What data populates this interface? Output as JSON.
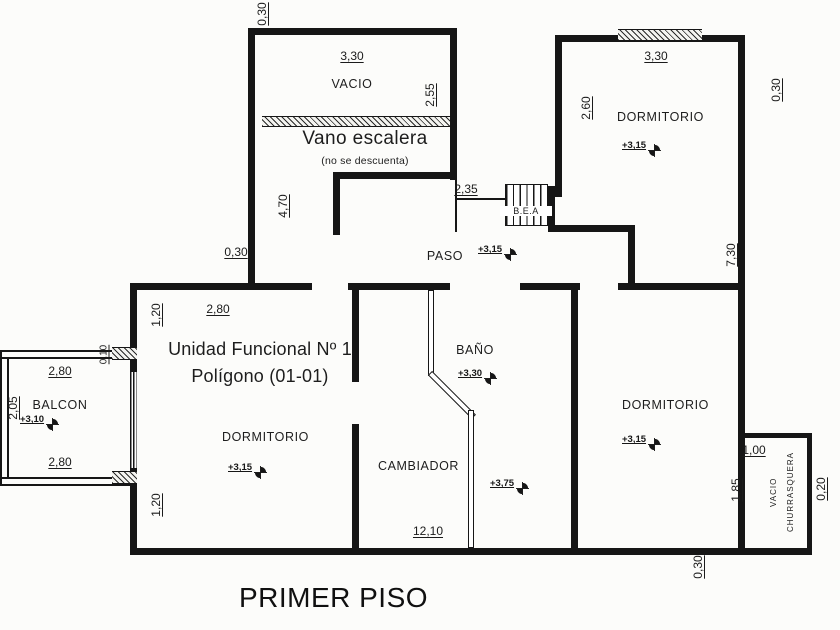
{
  "colors": {
    "ink": "#161616",
    "paper": "#fcfcfa"
  },
  "title": "PRIMER PISO",
  "unit": {
    "line1": "Unidad Funcional Nº 1",
    "line2": "Polígono (01-01)"
  },
  "rooms": {
    "vacio": "VACIO",
    "vano_escalera": "Vano escalera",
    "vano_note": "(no se descuenta)",
    "dormitorio_ne": "DORMITORIO",
    "paso": "PASO",
    "bano": "BAÑO",
    "dormitorio_sw": "DORMITORIO",
    "cambiador": "CAMBIADOR",
    "dormitorio_e": "DORMITORIO",
    "balcon": "BALCON",
    "churrasquera_line1": "VACIO",
    "churrasquera_line2": "CHURRASQUERA",
    "stair_label": "B.E.A"
  },
  "levels": {
    "dormitorio_ne": "+3,15",
    "paso": "+3,15",
    "bano": "+3,30",
    "dormitorio_sw": "+3,15",
    "cambiador": "+3,75",
    "dormitorio_e": "+3,15",
    "balcon": "+3,10"
  },
  "dimensions": {
    "top_030": "0,30",
    "vacio_w": "3,30",
    "vacio_h": "2,55",
    "ne_w": "3,30",
    "ne_wall": "0,30",
    "ne_h": "2,60",
    "shaft_h": "4,70",
    "stair_w": "2,35",
    "paso_wall": "0,30",
    "east_h": "7,30",
    "sw_offset_top": "1,20",
    "sw_w": "2,80",
    "balcon_w_top": "2,80",
    "balcon_h": "2,05",
    "balcon_w_bottom": "2,80",
    "balcon_wall": "0,10",
    "sw_offset_bottom": "1,20",
    "bottom_w": "12,10",
    "chur_w": "1,00",
    "chur_h": "1,85",
    "chur_wall": "0,20",
    "bottom_wall": "0,30"
  }
}
